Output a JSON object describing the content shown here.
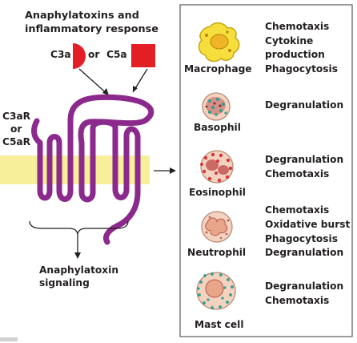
{
  "title_lines": [
    "Anaphylatoxins and",
    "inflammatory response"
  ],
  "ligands": {
    "c3a": "C3a",
    "or": "or",
    "c5a": "C5a"
  },
  "receptor_label": [
    "C3aR",
    "or",
    "C5aR"
  ],
  "signaling_lines": [
    "Anaphylatoxin",
    "signaling"
  ],
  "cells": [
    {
      "name": "Macrophage",
      "responses": [
        "Chemotaxis",
        "Cytokine",
        "production",
        "Phagocytosis"
      ]
    },
    {
      "name": "Basophil",
      "responses": [
        "Degranulation"
      ]
    },
    {
      "name": "Eosinophil",
      "responses": [
        "Degranulation",
        "Chemotaxis"
      ]
    },
    {
      "name": "Neutrophil",
      "responses": [
        "Chemotaxis",
        "Oxidative burst",
        "Phagocytosis",
        "Degranulation"
      ]
    },
    {
      "name": "Mast cell",
      "responses": [
        "Degranulation",
        "Chemotaxis"
      ]
    }
  ],
  "colors": {
    "receptor": "#8b2a8c",
    "membrane": "#f7ef9a",
    "ligand": "#e31e25",
    "macrophage": "#f6df3c",
    "granule_red": "#d7363c",
    "granule_teal": "#2f9e8e",
    "cell_body": "#f3d3c0"
  }
}
